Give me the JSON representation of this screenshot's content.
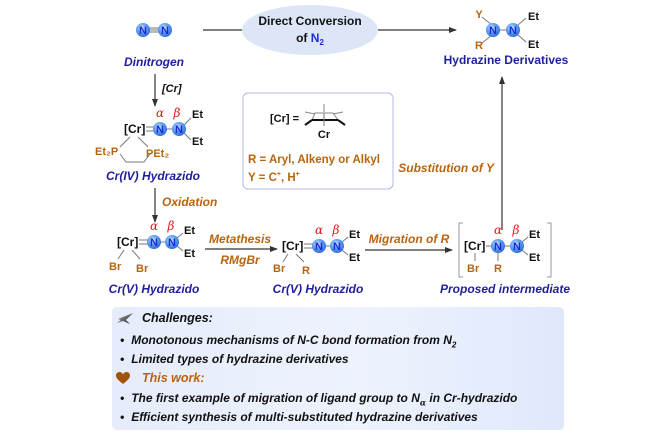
{
  "header": {
    "ellipse_line1": "Direct Conversion",
    "ellipse_line2_prefix": "of ",
    "ellipse_line2_formula": "N",
    "ellipse_line2_sub": "2"
  },
  "atoms": {
    "N": "N",
    "Et": "Et",
    "Cr": "[Cr]",
    "Br": "Br",
    "R": "R",
    "Y": "Y",
    "P": "Et",
    "alpha": "α",
    "beta": "β"
  },
  "compounds": {
    "dinitrogen": "Dinitrogen",
    "hydrazine_derivatives": "Hydrazine Derivatives",
    "cr4_hydrazido": "Cr(IV) Hydrazido",
    "cr5_hydrazido_1": "Cr(V) Hydrazido",
    "cr5_hydrazido_2": "Cr(V) Hydrazido",
    "proposed_intermediate": "Proposed intermediate",
    "phosphine_left": "Et₂P",
    "phosphine_right": "PEt₂"
  },
  "arrows": {
    "cr_step": "[Cr]",
    "oxidation": "Oxidation",
    "metathesis": "Metathesis",
    "rmgbr": "RMgBr",
    "migration": "Migration of R",
    "substitution": "Substitution of Y"
  },
  "legend_box": {
    "cr_def": "[Cr] =",
    "cr_metal": "Cr",
    "r_def": "R = Aryl, Alkeny or Alkyl",
    "y_def_prefix": "Y = C",
    "y_def_sup1": "+",
    "y_def_mid": ", H",
    "y_def_sup2": "+"
  },
  "summary": {
    "challenges_title": "Challenges:",
    "challenges": [
      {
        "text": "Monotonous mechanisms of N-C bond formation from N",
        "sub": "2"
      },
      {
        "text": "Limited types of hydrazine derivatives",
        "sub": ""
      }
    ],
    "this_work_title": "This work:",
    "this_work": [
      {
        "text": "The first example of migration of ligand group to N",
        "sub": "α",
        "after": " in Cr-hydrazido"
      },
      {
        "text": "Efficient synthesis of multi-substituted hydrazine derivatives",
        "sub": "",
        "after": ""
      }
    ],
    "bullet": "•"
  },
  "colors": {
    "navy_label": "#1f1f9c",
    "orange_label": "#b8640f",
    "greek_red": "#e01818",
    "nitrogen_ball": "#4a90f0",
    "ellipse_fill": "#dde6f7",
    "box_border": "#b3b8e6",
    "summary_bg": "#e6ecfb",
    "heart": "#a0520f"
  }
}
